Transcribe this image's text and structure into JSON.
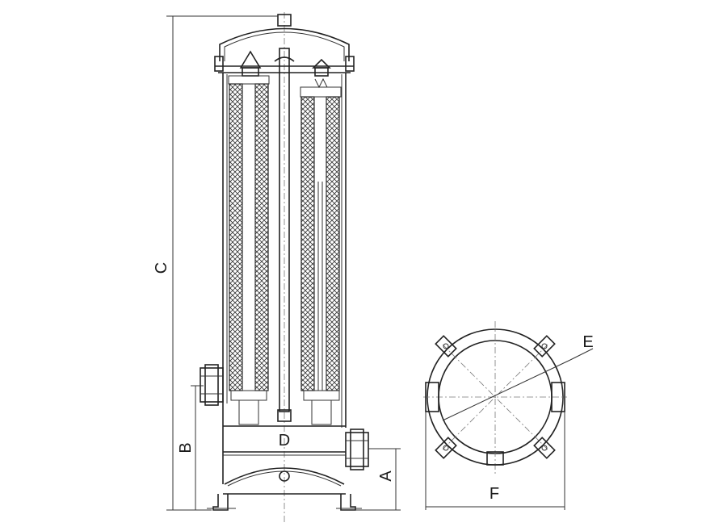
{
  "labels": {
    "A": "A",
    "B": "B",
    "C": "C",
    "D": "D",
    "E": "E",
    "F": "F"
  },
  "colors": {
    "line": "#222222",
    "background": "#ffffff"
  }
}
